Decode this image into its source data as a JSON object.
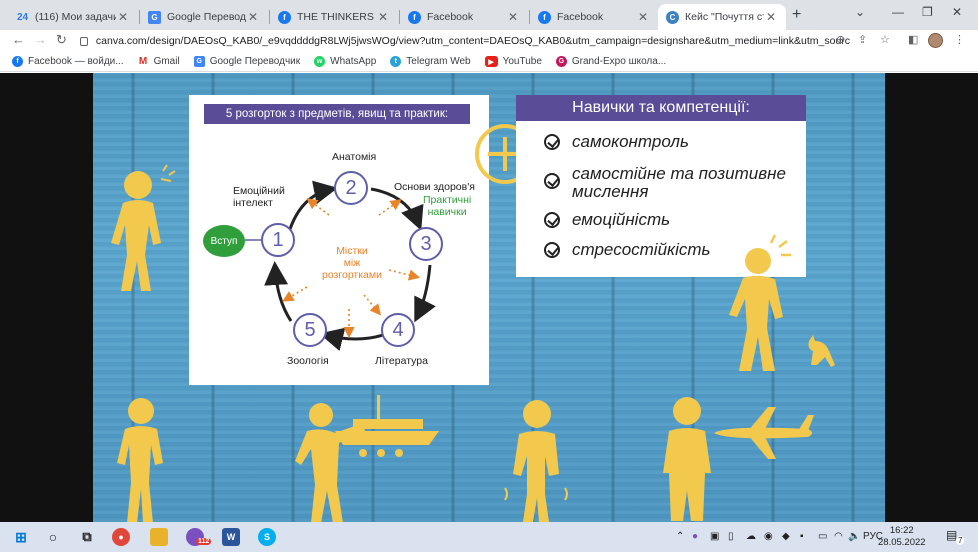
{
  "browser": {
    "tabs": [
      {
        "label": "(116) Мои задачи",
        "favicon_text": "24",
        "favicon_color": "#2a7de1",
        "active": false
      },
      {
        "label": "Google Переводчик",
        "favicon_text": "G",
        "favicon_color": "#4285f4",
        "active": false
      },
      {
        "label": "THE THINKERS | Faceb",
        "favicon_text": "f",
        "favicon_color": "#1877f2",
        "active": false
      },
      {
        "label": "Facebook",
        "favicon_text": "f",
        "favicon_color": "#1877f2",
        "active": false
      },
      {
        "label": "Facebook",
        "favicon_text": "f",
        "favicon_color": "#1877f2",
        "active": false
      },
      {
        "label": "Кейс \"Почуття страх",
        "favicon_text": "C",
        "favicon_color": "#3b82c4",
        "active": true
      }
    ],
    "new_tab_symbol": "+",
    "url": "canva.com/design/DAEOsQ_KAB0/_e9vqddddgR8LWj5jwsWOg/view?utm_content=DAEOsQ_KAB0&utm_campaign=designshare&utm_medium=link&utm_source...",
    "bookmarks": [
      {
        "label": "Facebook — войди...",
        "icon_color": "#1877f2",
        "icon_text": "f"
      },
      {
        "label": "Gmail",
        "icon_color": "#d93025",
        "icon_text": "M"
      },
      {
        "label": "Google Переводчик",
        "icon_color": "#4285f4",
        "icon_text": "G"
      },
      {
        "label": "WhatsApp",
        "icon_color": "#25d366",
        "icon_text": "w"
      },
      {
        "label": "Telegram Web",
        "icon_color": "#2aa3d8",
        "icon_text": "t"
      },
      {
        "label": "YouTube",
        "icon_color": "#e62117",
        "icon_text": "▶"
      },
      {
        "label": "Grand-Expo школа...",
        "icon_color": "#c2185b",
        "icon_text": "G"
      }
    ]
  },
  "slide": {
    "left_title": "5 розгорток з предметів, явищ та практик:",
    "start_label": "Вступ",
    "nodes": [
      {
        "number": "1",
        "label": "Емоційний\nінтелект"
      },
      {
        "number": "2",
        "label": "Анатомія"
      },
      {
        "number": "3",
        "label": "Основи здоров'я",
        "sublabel": "Практичні\nнавички"
      },
      {
        "number": "4",
        "label": "Література"
      },
      {
        "number": "5",
        "label": "Зоологія"
      }
    ],
    "center_label": "Містки\nміж\nрозгортками",
    "right_title": "Навички та компетенції:",
    "skills": [
      "самоконтроль",
      "самостійне та позитивне мислення",
      "емоційність",
      "стресостійкість"
    ],
    "colors": {
      "purple": "#5a4c96",
      "green": "#2f9e3b",
      "orange": "#e8842a",
      "yellow": "#f2c94c"
    }
  },
  "taskbar": {
    "language": "РУС",
    "time": "16:22",
    "date": "28.05.2022",
    "notification_count": "7",
    "viber_badge": "112"
  }
}
